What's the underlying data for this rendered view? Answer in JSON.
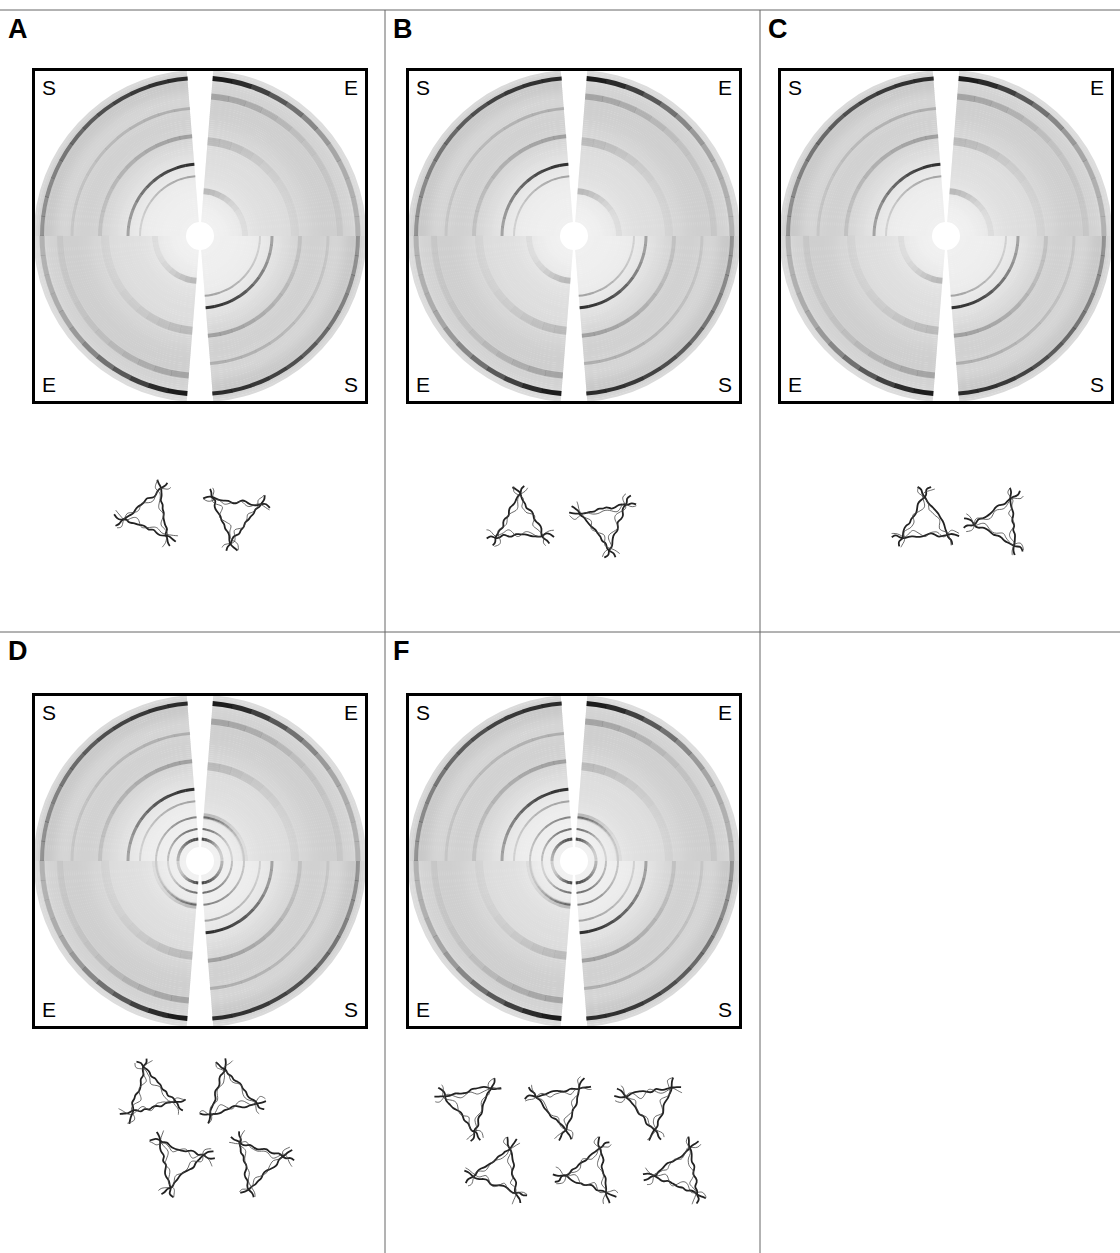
{
  "diagram": {
    "nodes": [
      {
        "text": [
          "A"
        ]
      },
      {
        "text": [
          "S",
          "E",
          "E",
          "S"
        ],
        "in": 0
      },
      {
        "text": [
          "B"
        ]
      },
      {
        "text": [
          "S",
          "E",
          "E",
          "S"
        ],
        "in": 2
      },
      {
        "text": [
          "C"
        ]
      },
      {
        "text": [
          "S",
          "E",
          "E",
          "S"
        ],
        "in": 4
      },
      {
        "text": [
          "D"
        ]
      },
      {
        "text": [
          "S",
          "E",
          "E",
          "S"
        ],
        "in": 6
      },
      {
        "text": [
          "F"
        ]
      },
      {
        "text": [
          "S",
          "E",
          "E",
          "S"
        ],
        "in": 8
      }
    ]
  }
}
